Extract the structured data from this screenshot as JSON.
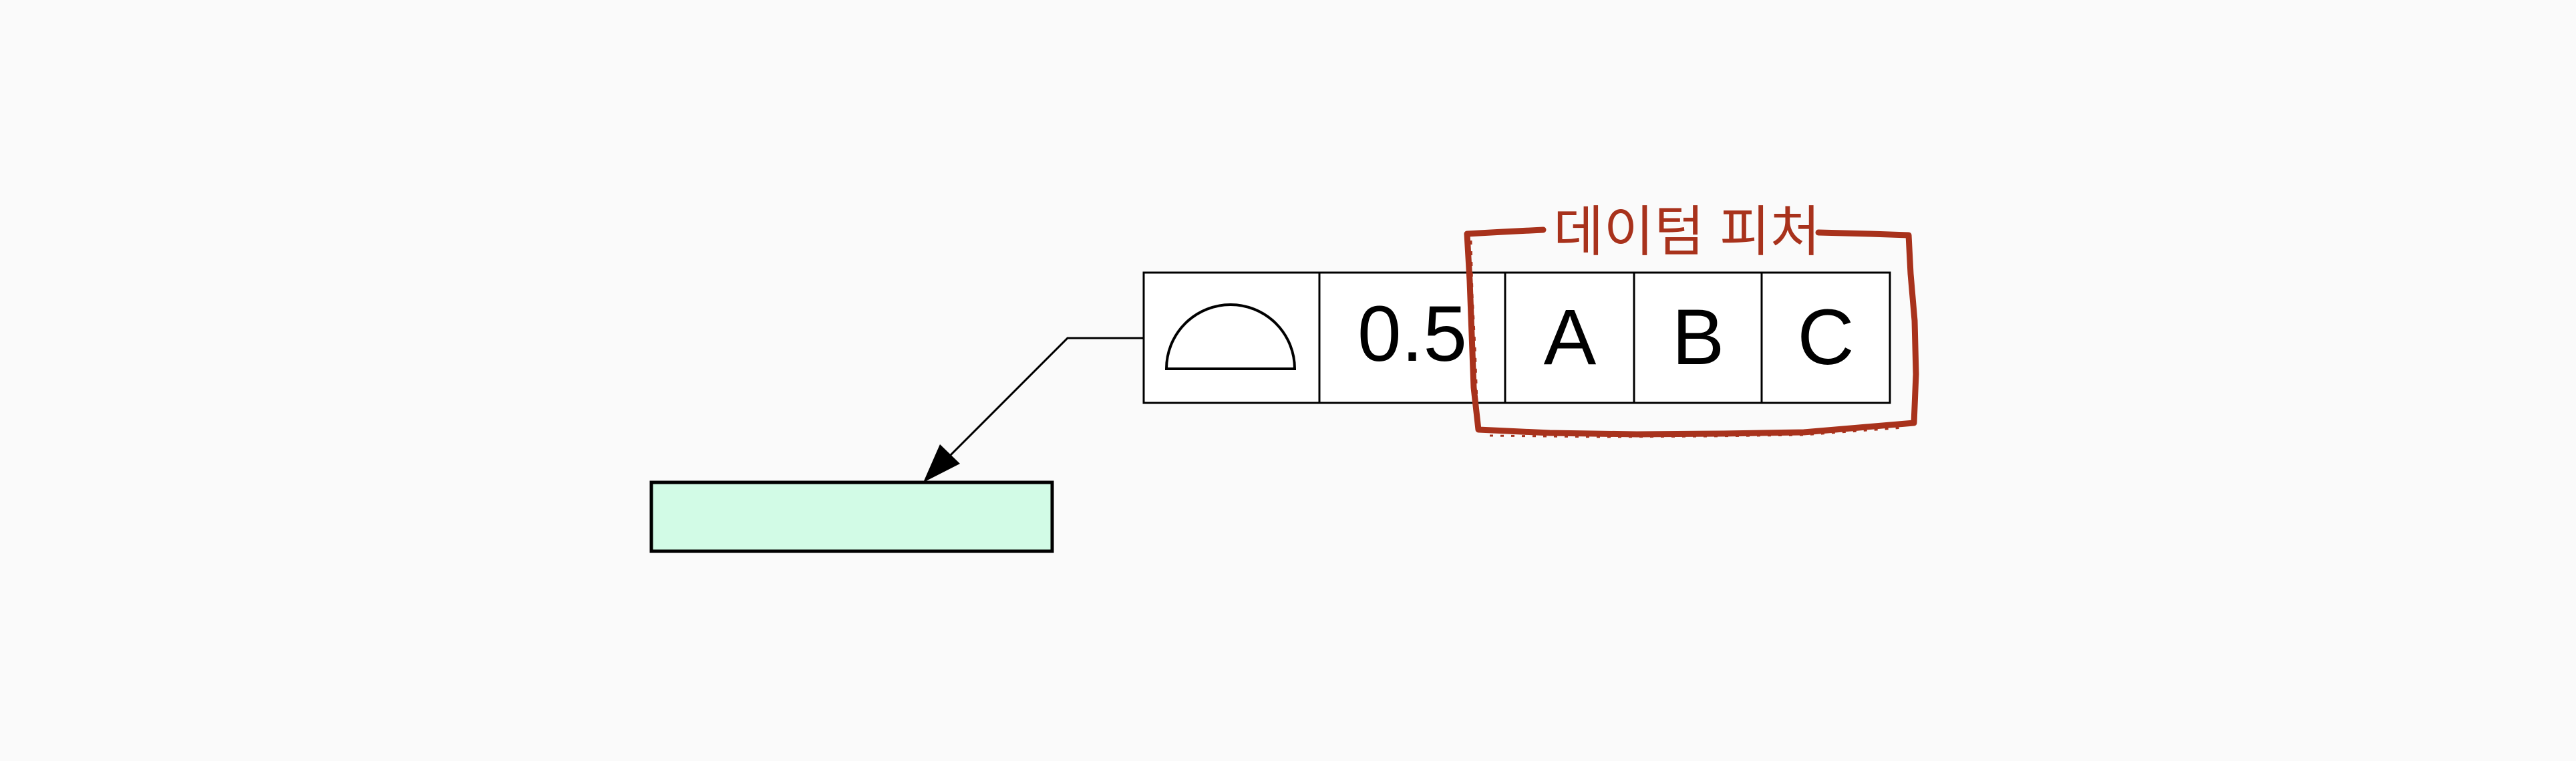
{
  "diagram": {
    "background_color": "#fafafa",
    "feature_control_frame": {
      "symbol": {
        "icon": "profile-of-a-surface-icon",
        "meaning": "profile of a surface"
      },
      "tolerance": "0.5",
      "datums": [
        "A",
        "B",
        "C"
      ],
      "line_color": "#000000",
      "fill_color": "#ffffff"
    },
    "callout": {
      "label": "데이텀 피처",
      "color": "#a8321c"
    },
    "feature": {
      "fill_color": "#d2fbe6",
      "line_color": "#000000"
    }
  }
}
